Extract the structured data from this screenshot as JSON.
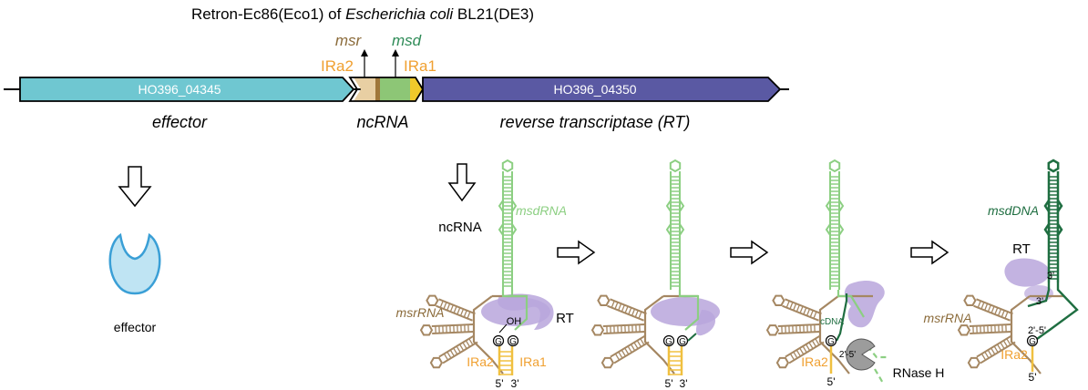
{
  "title": {
    "prefix": "Retron-Ec86(Eco1) of ",
    "species": "Escherichia coli",
    "suffix": " BL21(DE3)"
  },
  "locus": {
    "genes": [
      {
        "id": "HO396_04345",
        "role": "effector",
        "color": "#6fc7d1"
      },
      {
        "id": "HO396_04350",
        "role_prefix": "reverse transcriptase (",
        "role_abbr": "RT",
        "role_suffix": ")",
        "color": "#5a59a3"
      }
    ],
    "ncrna": {
      "label": "ncRNA",
      "segments": [
        {
          "name": "msr",
          "color": "#e8cfa3"
        },
        {
          "name": "separator",
          "color": "#a0773a"
        },
        {
          "name": "msd",
          "color": "#8dc676"
        },
        {
          "name": "IRa1-arrow",
          "color": "#f0c92b"
        }
      ]
    },
    "markers": {
      "msr": {
        "label": "msr",
        "color": "#8b6b3a"
      },
      "msd": {
        "label": "msd",
        "color": "#2e8b57"
      },
      "ira2": {
        "label": "IRa2",
        "color": "#f0a030"
      },
      "ira1": {
        "label": "IRa1",
        "color": "#f0a030"
      }
    }
  },
  "effector_panel": {
    "label": "effector",
    "color_fill": "#bfe4f3",
    "color_stroke": "#3a9fd6"
  },
  "pathway": {
    "input_label": "ncRNA",
    "colors": {
      "msr": "#a58762",
      "msd_rna": "#8ccf82",
      "msd_dna": "#1f6e41",
      "ira": "#f0c040",
      "rt": "#b9a6dc",
      "rnaseh": "#9c9c9c"
    },
    "steps": [
      {
        "labels": {
          "msd": "msdRNA",
          "msr": "msrRNA",
          "rt": "RT",
          "oh": "OH",
          "g1": "G",
          "g2": "G",
          "ira2": "IRa2",
          "ira1": "IRa1",
          "end5": "5'",
          "end3": "3'"
        }
      },
      {
        "labels": {
          "g1": "G",
          "g2": "G",
          "end5": "5'",
          "end3": "3'"
        }
      },
      {
        "labels": {
          "cdna": "cDNA",
          "g1": "G",
          "link": "2'-5'",
          "ira2": "IRa2",
          "end5": "5'",
          "rnaseh": "RNase H"
        }
      },
      {
        "labels": {
          "msd": "msdDNA",
          "rt": "RT",
          "msr": "msrRNA",
          "p3a": "3'",
          "p3b": "3'",
          "link": "2'-5'",
          "g1": "G",
          "ira2": "IRa2",
          "end5": "5'"
        }
      }
    ]
  }
}
